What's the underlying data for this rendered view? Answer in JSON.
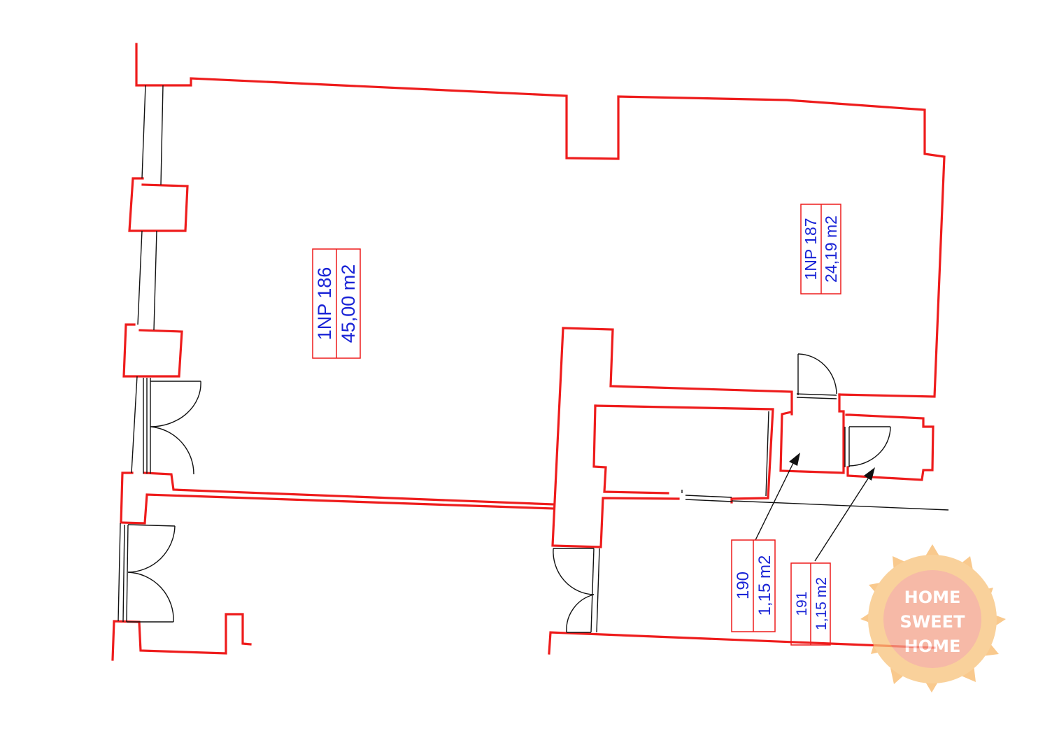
{
  "rooms": [
    {
      "id": "1NP 186",
      "area": "45,00 m2"
    },
    {
      "id": "1NP 187",
      "area": "24,19 m2"
    },
    {
      "id": "190",
      "area": "1,15 m2"
    },
    {
      "id": "191",
      "area": "1,15 m2"
    }
  ],
  "watermark": {
    "lines": [
      "HOME",
      "SWEET",
      "HOME"
    ]
  },
  "colors": {
    "walls": "#ee1c1c",
    "labels": "#1a24d6",
    "doors": "#111111",
    "watermark": "#f5a04a"
  }
}
